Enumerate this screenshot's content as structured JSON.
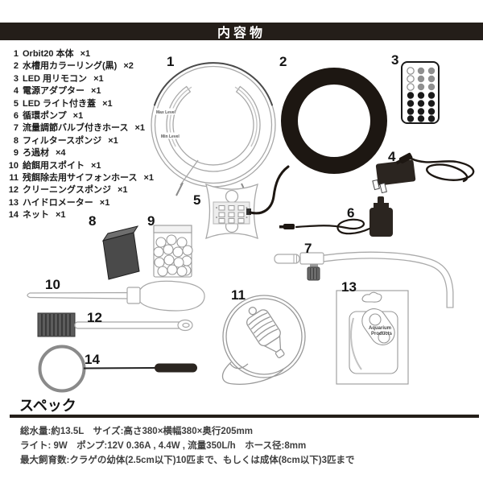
{
  "header": {
    "title": "内容物"
  },
  "contents_list": {
    "items": [
      {
        "num": "1",
        "name": "Orbit20 本体",
        "qty": "×1"
      },
      {
        "num": "2",
        "name": "水槽用カラーリング(黒)",
        "qty": "×2"
      },
      {
        "num": "3",
        "name": "LED 用リモコン",
        "qty": "×1"
      },
      {
        "num": "4",
        "name": "電源アダプター",
        "qty": "×1"
      },
      {
        "num": "5",
        "name": "LED ライト付き蓋",
        "qty": "×1"
      },
      {
        "num": "6",
        "name": "循環ポンプ",
        "qty": "×1"
      },
      {
        "num": "7",
        "name": "流量調節バルブ付きホース",
        "qty": "×1"
      },
      {
        "num": "8",
        "name": "フィルタースポンジ",
        "qty": "×1"
      },
      {
        "num": "9",
        "name": "ろ過材",
        "qty": "×4"
      },
      {
        "num": "10",
        "name": "給餌用スポイト",
        "qty": "×1"
      },
      {
        "num": "11",
        "name": "残餌除去用サイフォンホース",
        "qty": "×1"
      },
      {
        "num": "12",
        "name": "クリーニングスポンジ",
        "qty": "×1"
      },
      {
        "num": "13",
        "name": "ハイドロメーター",
        "qty": "×1"
      },
      {
        "num": "14",
        "name": "ネット",
        "qty": "×1"
      }
    ]
  },
  "diagram": {
    "tank": {
      "max_level": "Max Level",
      "min_level": "Min Level"
    },
    "package": {
      "brand_line1": "Aquarium",
      "brand_line2": "Products"
    }
  },
  "spec": {
    "heading": "スペック",
    "lines": [
      "総水量:約13.5L　サイズ:高さ380×横幅380×奥行205mm",
      "ライト: 9W　ポンプ:12V 0.36A , 4.4W , 流量350L/h　ホース径:8mm",
      "最大飼育数:クラゲの幼体(2.5cm以下)10匹まで、もしくは成体(8cm以下)3匹まで"
    ]
  },
  "colors": {
    "banner": "#241e19",
    "ring_black": "#1d1712",
    "part_dark": "#2b2520",
    "sponge_gray": "#4a4a4a",
    "line_art": "#a8a8a8"
  }
}
